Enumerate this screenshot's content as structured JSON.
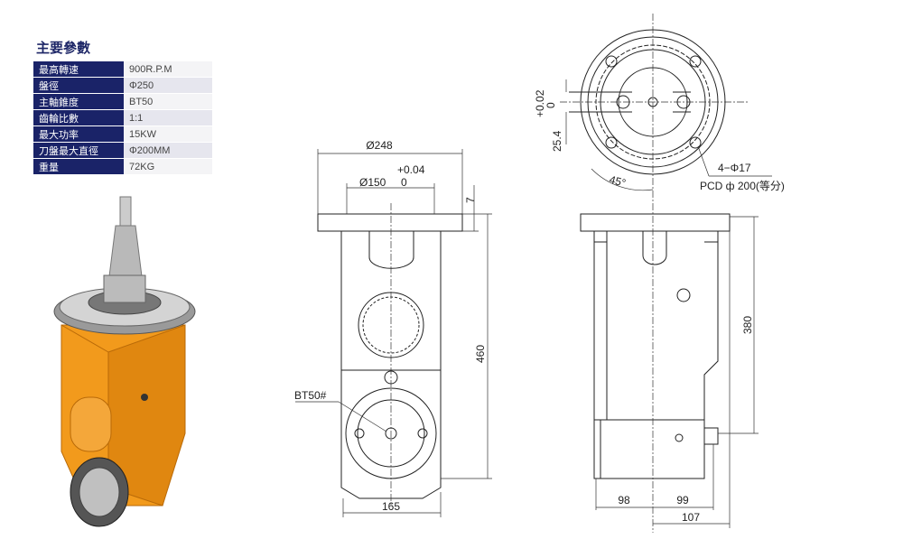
{
  "title": "主要參數",
  "specs": [
    {
      "label": "最高轉速",
      "value": "900R.P.M"
    },
    {
      "label": "盤徑",
      "value": "Φ250"
    },
    {
      "label": "主軸錐度",
      "value": "BT50"
    },
    {
      "label": "齒輪比數",
      "value": "1:1"
    },
    {
      "label": "最大功率",
      "value": "15KW"
    },
    {
      "label": "刀盤最大直徑",
      "value": "Φ200MM"
    },
    {
      "label": "重量",
      "value": "72KG"
    }
  ],
  "drawing": {
    "d248": "Ø248",
    "d150": "Ø150",
    "tol150_up": "+0.04",
    "tol150_lo": "0",
    "h7": "7",
    "h460": "460",
    "w165": "165",
    "bt50": "BT50#",
    "d25": "25.4",
    "tol25_up": "+0.02",
    "tol25_lo": "0",
    "a45": "45°",
    "holes": "4−Φ17",
    "pcd": "PCD ф 200(等分)",
    "h380": "380",
    "w98": "98",
    "w99": "99",
    "w107": "107"
  }
}
